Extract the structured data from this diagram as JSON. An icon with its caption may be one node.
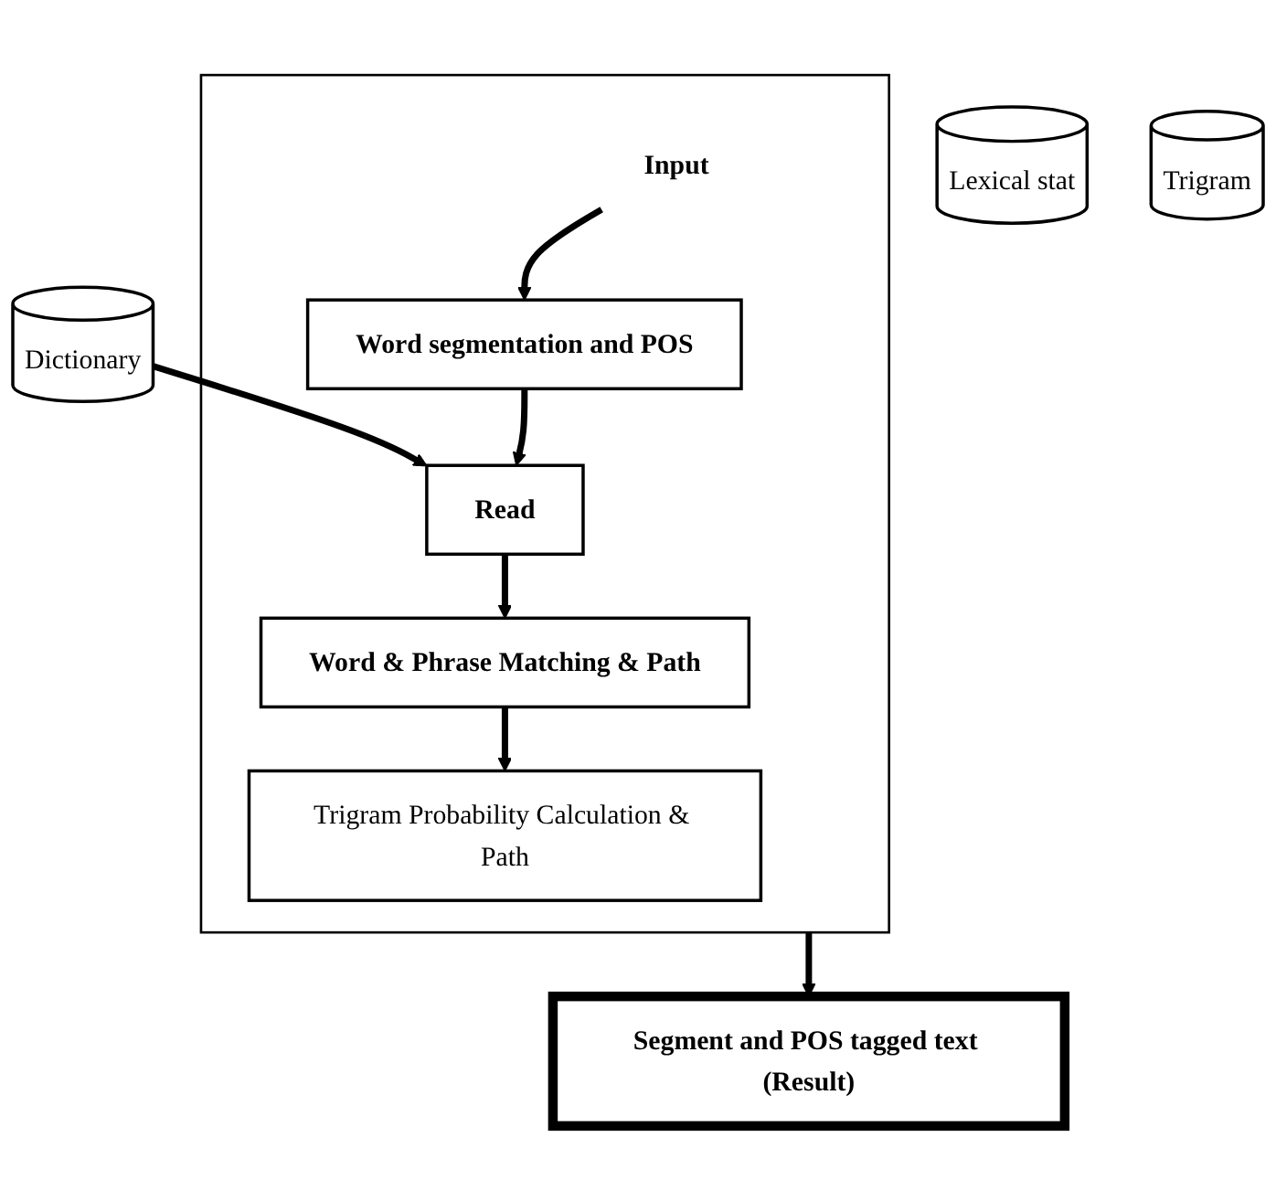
{
  "diagram": {
    "nodes": [
      {
        "text": [],
        "shape": "box"
      },
      {
        "text": [
          "Input"
        ],
        "in": 0
      },
      {
        "text": [
          "Word segmentation and POS"
        ],
        "in": 0
      },
      {
        "text": [
          "Read"
        ],
        "in": 0
      },
      {
        "text": [
          "Word & Phrase Matching & Path"
        ],
        "in": 0
      },
      {
        "text": [
          "Trigram Probability Calculation & Path"
        ],
        "in": 0
      },
      {
        "text": [
          "Dictionary"
        ]
      },
      {
        "text": [
          "Lexical stat"
        ]
      },
      {
        "text": [
          "Trigram"
        ]
      },
      {
        "text": [
          "Segment and POS tagged text (Result)"
        ]
      }
    ],
    "edges": [
      {
        "from": 1,
        "to": 2,
        "arrow": "to"
      },
      {
        "from": 2,
        "to": 3,
        "arrow": "to"
      },
      {
        "from": 3,
        "to": 4,
        "arrow": "to"
      },
      {
        "from": 4,
        "to": 5,
        "arrow": "to"
      },
      {
        "from": 6,
        "to": 3,
        "arrow": "to"
      },
      {
        "from": 0,
        "to": 9,
        "arrow": "to"
      }
    ]
  }
}
